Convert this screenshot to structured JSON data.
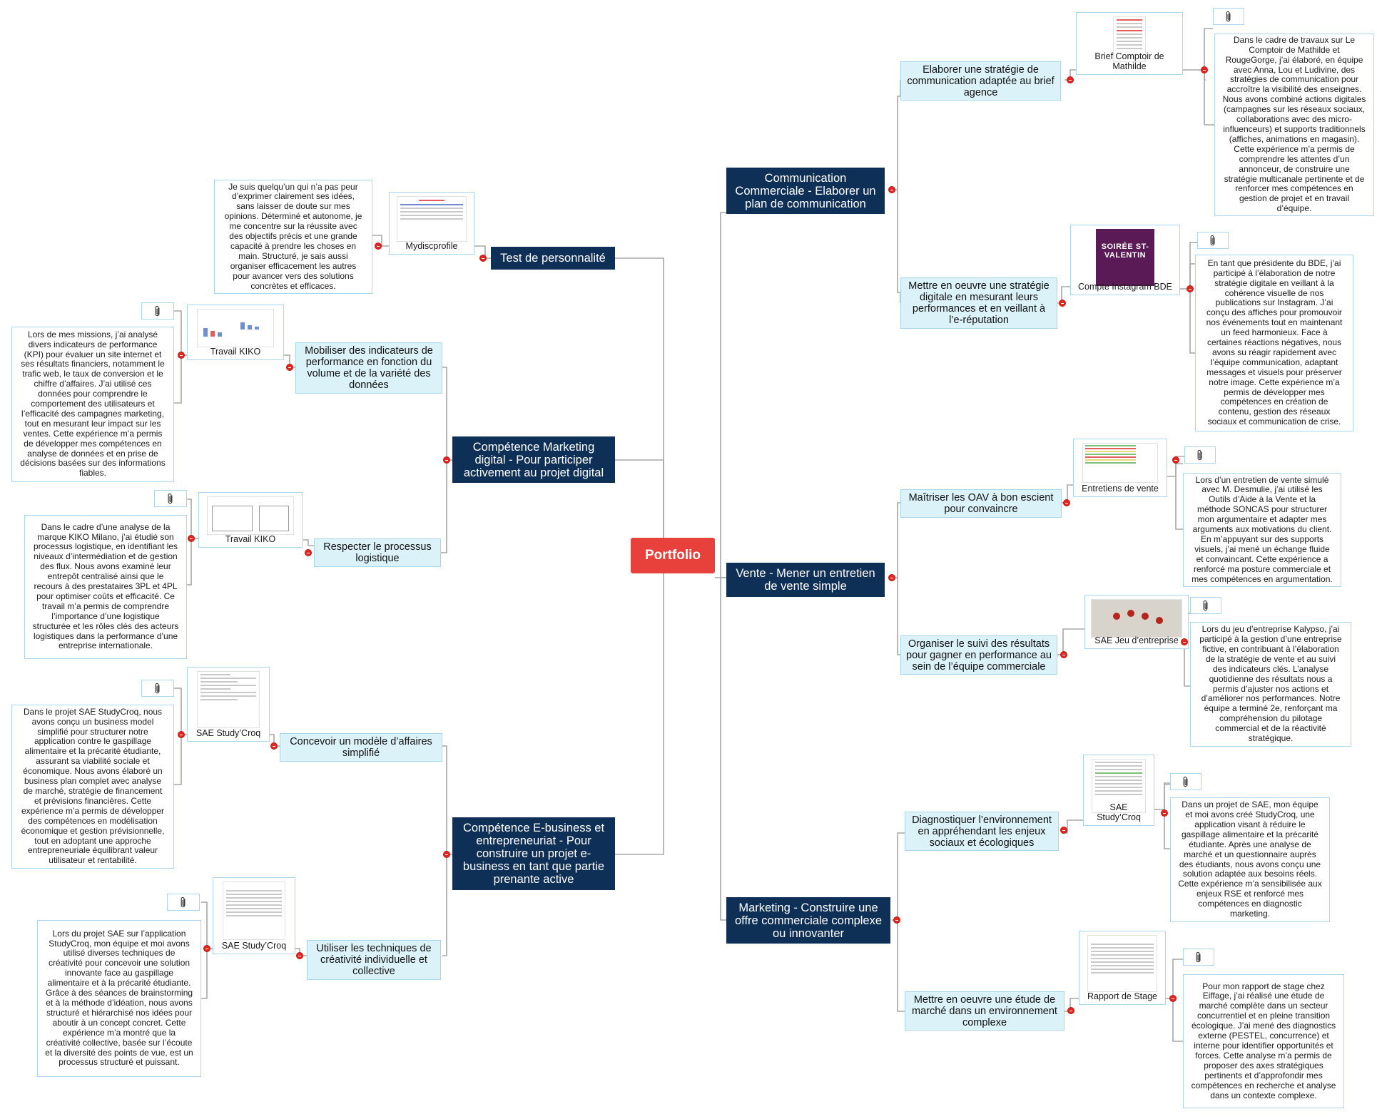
{
  "root": {
    "label": "Portfolio"
  },
  "icons": {
    "attachment": "paperclip-icon",
    "collapse": "minus-circle-icon"
  },
  "colors": {
    "root": "#e8403a",
    "main": "#0e2f56",
    "sub": "#dcf2f9",
    "connector": "#a7a7a7",
    "collapse": "#e3261f"
  },
  "branches": {
    "communication": {
      "label": "Communication Commerciale - Elaborer un plan de communication",
      "sub1": {
        "label": "Elaborer une stratégie de communication adaptée au brief agence",
        "doc": "Brief Comptoir de Mathilde",
        "note": "Dans le cadre de travaux sur Le Comptoir de Mathilde et RougeGorge, j’ai élaboré, en équipe avec Anna, Lou et Ludivine, des stratégies de communication pour accroître la visibilité des enseignes. Nous avons combiné actions digitales (campagnes sur les réseaux sociaux, collaborations avec des micro-influenceurs) et supports traditionnels (affiches, animations en magasin). Cette expérience m’a permis de comprendre les attentes d’un annonceur, de construire une stratégie multicanale pertinente et de renforcer mes compétences en gestion de projet et en travail d’équipe."
      },
      "sub2": {
        "label": "Mettre en oeuvre une stratégie digitale en mesurant leurs performances et en veillant à l’e-réputation",
        "doc": "Compte Instagram BDE",
        "poster_title": "SOIRÉE ST-VALENTIN",
        "note": "En tant que présidente du BDE, j’ai participé à l’élaboration de notre stratégie digitale en veillant à la cohérence visuelle de nos publications sur Instagram. J’ai conçu des affiches pour promouvoir nos événements tout en maintenant un feed harmonieux. Face à certaines réactions négatives, nous avons su réagir rapidement avec l’équipe communication, adaptant messages et visuels pour préserver notre image. Cette expérience m’a permis de développer mes compétences en création de contenu, gestion des réseaux sociaux et communication de crise."
      }
    },
    "vente": {
      "label": "Vente - Mener un entretien de vente simple",
      "sub1": {
        "label": "Maîtriser les OAV à bon escient pour convaincre",
        "doc": "Entretiens de vente",
        "note": "Lors d’un entretien de vente simulé avec M. Desmulie, j’ai utilisé les Outils d’Aide à la Vente et la méthode SONCAS pour structurer mon argumentaire et adapter mes arguments aux motivations du client. En m’appuyant sur des supports visuels, j’ai mené un échange fluide et convaincant. Cette expérience a renforcé ma posture commerciale et mes compétences en argumentation."
      },
      "sub2": {
        "label": "Organiser le suivi des résultats pour gagner en performance au sein de l’équipe commerciale",
        "doc": "SAE Jeu d’entreprise",
        "note": "Lors du jeu d’entreprise Kalypso, j’ai participé à la gestion d’une entreprise fictive, en contribuant à l’élaboration de la stratégie de vente et au suivi des indicateurs clés. L’analyse quotidienne des résultats nous a permis d’ajuster nos actions et d’améliorer nos performances. Notre équipe a terminé 2e, renforçant ma compréhension du pilotage commercial et de la réactivité stratégique."
      }
    },
    "marketing": {
      "label": "Marketing - Construire une offre commerciale complexe ou innovanter",
      "sub1": {
        "label": "Diagnostiquer l’environnement en appréhendant les enjeux sociaux et écologiques",
        "doc": "SAE Study’Croq",
        "note": "Dans un projet de SAE, mon équipe et moi avons créé StudyCroq, une application visant à réduire le gaspillage alimentaire et la précarité étudiante. Après une analyse de marché et un questionnaire auprès des étudiants, nous avons conçu une solution adaptée aux besoins réels. Cette expérience m’a sensibilisée aux enjeux RSE et renforcé mes compétences en diagnostic marketing."
      },
      "sub2": {
        "label": "Mettre en oeuvre une étude de marché dans un environnement complexe",
        "doc": "Rapport de Stage",
        "note": "Pour mon rapport de stage chez Eiffage, j’ai réalisé une étude de marché complète dans un secteur concurrentiel et en pleine transition écologique. J’ai mené des diagnostics externe (PESTEL, concurrence) et interne pour identifier opportunités et forces. Cette analyse m’a permis de proposer des axes stratégiques pertinents et d’approfondir mes compétences en recherche et analyse dans un contexte complexe."
      }
    },
    "personnalite": {
      "label": "Test de personnalité",
      "doc": "Mydiscprofile",
      "note": "Je suis quelqu’un qui n’a pas peur d’exprimer clairement ses idées, sans laisser de doute sur mes opinions. Déterminé et autonome, je me concentre sur la réussite avec des objectifs précis et une grande capacité à prendre les choses en main. Structuré, je sais aussi organiser efficacement les autres pour avancer vers des solutions concrètes et efficaces."
    },
    "digital": {
      "label": "Compétence Marketing digital - Pour participer activement au projet digital",
      "sub1": {
        "label": "Mobiliser des indicateurs de performance en fonction du volume et de la variété des données",
        "doc": "Travail KIKO",
        "note": "Lors de mes missions, j’ai analysé divers indicateurs de performance (KPI) pour évaluer un site internet et ses résultats financiers, notamment le trafic web, le taux de conversion et le chiffre d’affaires. J’ai utilisé ces données pour comprendre le comportement des utilisateurs et l’efficacité des campagnes marketing, tout en mesurant leur impact sur les ventes. Cette expérience m’a permis de développer mes compétences en analyse de données et en prise de décisions basées sur des informations fiables."
      },
      "sub2": {
        "label": "Respecter le processus logistique",
        "doc": "Travail KIKO",
        "note": "Dans le cadre d’une analyse de la marque KIKO Milano, j’ai étudié son processus logistique, en identifiant les niveaux d’intermédiation et de gestion des flux. Nous avons examiné leur entrepôt centralisé ainsi que le recours à des prestataires 3PL et 4PL pour optimiser coûts et efficacité. Ce travail m’a permis de comprendre l’importance d’une logistique structurée et les rôles clés des acteurs logistiques dans la performance d’une entreprise internationale."
      }
    },
    "ebusiness": {
      "label": "Compétence E-business et entrepreneuriat - Pour construire un projet e-business en tant que partie prenante active",
      "sub1": {
        "label": "Concevoir un modèle d’affaires simplifié",
        "doc": "SAE Study’Croq",
        "note": "Dans le projet SAE StudyCroq, nous avons conçu un business model simplifié pour structurer notre application contre le gaspillage alimentaire et la précarité étudiante, assurant sa viabilité sociale et économique. Nous avons élaboré un business plan complet avec analyse de marché, stratégie de financement et prévisions financières. Cette expérience m’a permis de développer des compétences en modélisation économique et gestion prévisionnelle, tout en adoptant une approche entrepreneuriale équilibrant valeur utilisateur et rentabilité."
      },
      "sub2": {
        "label": "Utiliser les techniques de créativité individuelle et collective",
        "doc": "SAE Study’Croq",
        "note": "Lors du projet SAE sur l’application StudyCroq, mon équipe et moi avons utilisé diverses techniques de créativité pour concevoir une solution innovante face au gaspillage alimentaire et à la précarité étudiante. Grâce à des séances de brainstorming et à la méthode d’idéation, nous avons structuré et hiérarchisé nos idées pour aboutir à un concept concret. Cette expérience m’a montré que la créativité collective, basée sur l’écoute et la diversité des points de vue, est un processus structuré et puissant."
      }
    }
  }
}
